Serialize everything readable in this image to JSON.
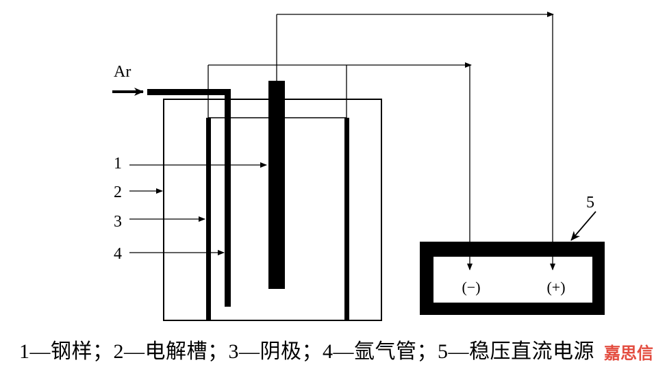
{
  "labels": {
    "gas": "Ar",
    "n1": "1",
    "n2": "2",
    "n3": "3",
    "n4": "4",
    "n5": "5",
    "minus": "(−)",
    "plus": "(+)"
  },
  "caption": "1—钢样；2—电解槽；3—阴极；4—氩气管；5—稳压直流电源",
  "watermark": "嘉思信"
}
